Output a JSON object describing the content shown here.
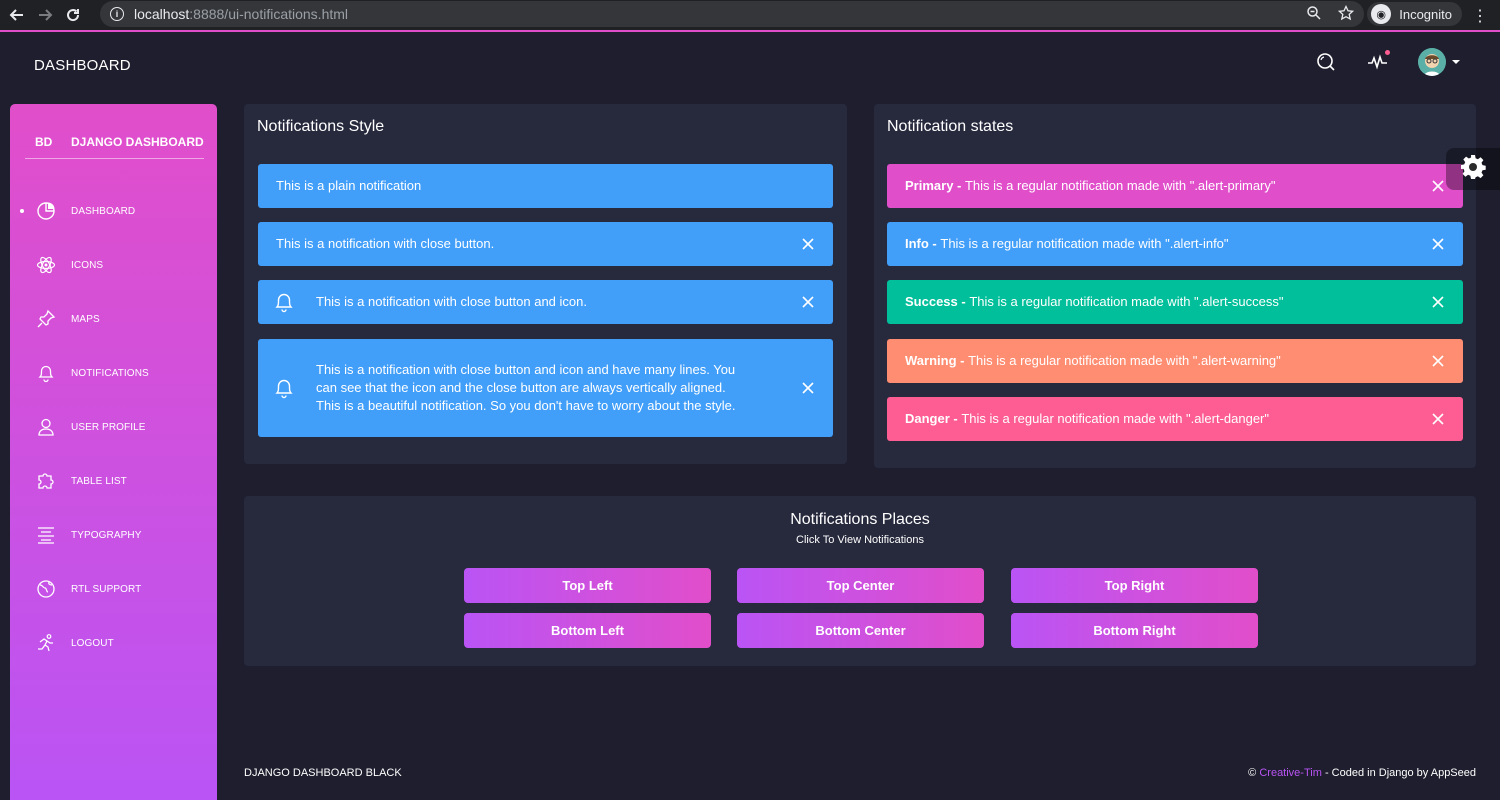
{
  "browser": {
    "url_host": "localhost",
    "url_rest": ":8888/ui-notifications.html",
    "incognito_label": "Incognito"
  },
  "navbar": {
    "brand": "DASHBOARD"
  },
  "sidebar": {
    "mini": "BD",
    "title": "DJANGO DASHBOARD",
    "items": [
      {
        "label": "DASHBOARD",
        "icon": "pie-chart-icon",
        "active": true
      },
      {
        "label": "ICONS",
        "icon": "atom-icon"
      },
      {
        "label": "MAPS",
        "icon": "pin-icon"
      },
      {
        "label": "NOTIFICATIONS",
        "icon": "bell-icon"
      },
      {
        "label": "USER PROFILE",
        "icon": "user-icon"
      },
      {
        "label": "TABLE LIST",
        "icon": "puzzle-icon"
      },
      {
        "label": "TYPOGRAPHY",
        "icon": "align-center-icon"
      },
      {
        "label": "RTL SUPPORT",
        "icon": "world-icon"
      },
      {
        "label": "LOGOUT",
        "icon": "user-run-icon"
      }
    ]
  },
  "styles_card": {
    "title": "Notifications Style",
    "alerts": [
      {
        "text": "This is a plain notification"
      },
      {
        "text": "This is a notification with close button."
      },
      {
        "text": "This is a notification with close button and icon."
      },
      {
        "text": "This is a notification with close button and icon and have many lines. You can see that the icon and the close button are always vertically aligned. This is a beautiful notification. So you don't have to worry about the style."
      }
    ]
  },
  "states_card": {
    "title": "Notification states",
    "alerts": [
      {
        "label": "Primary - ",
        "text": "This is a regular notification made with \".alert-primary\""
      },
      {
        "label": "Info - ",
        "text": "This is a regular notification made with \".alert-info\""
      },
      {
        "label": "Success - ",
        "text": "This is a regular notification made with \".alert-success\""
      },
      {
        "label": "Warning - ",
        "text": "This is a regular notification made with \".alert-warning\""
      },
      {
        "label": "Danger - ",
        "text": "This is a regular notification made with \".alert-danger\""
      }
    ]
  },
  "places_card": {
    "title": "Notifications Places",
    "subtitle": "Click To View Notifications",
    "buttons": [
      "Top Left",
      "Top Center",
      "Top Right",
      "Bottom Left",
      "Bottom Center",
      "Bottom Right"
    ]
  },
  "footer": {
    "left": "DJANGO DASHBOARD BLACK",
    "copyright": "© ",
    "link": "Creative-Tim",
    "rest": " - Coded in Django by AppSeed"
  },
  "colors": {
    "primary": "#e14eca",
    "info": "#419ef9",
    "success": "#00bf9a",
    "warning": "#ff8d72",
    "danger": "#fd5d93",
    "card": "#27293d",
    "background": "#1e1e2e"
  }
}
